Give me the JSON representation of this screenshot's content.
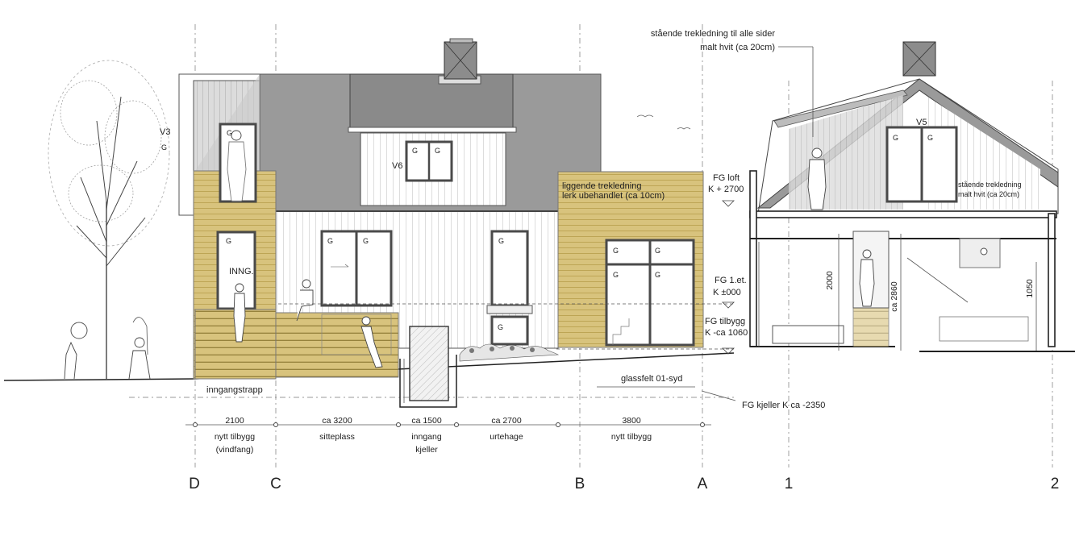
{
  "notes": {
    "cladding_standing_line1": "stående trekledning til alle sider",
    "cladding_standing_line2": "malt hvit (ca 20cm)",
    "cladding_horizontal_line1": "liggende trekledning",
    "cladding_horizontal_line2": "lerk ubehandlet (ca 10cm)",
    "cladding_standing_right_line1": "stående trekledning",
    "cladding_standing_right_line2": "malt hvit (ca 20cm)",
    "inngangstrapp": "inngangstrapp",
    "glassfelt": "glassfelt 01-syd",
    "inng": "INNG."
  },
  "levels": {
    "loft_name": "FG loft",
    "loft_value": "K + 2700",
    "first_name": "FG 1.et.",
    "first_value": "K ±000",
    "addition_name": "FG tilbygg",
    "addition_value": "K -ca 1060",
    "basement": "FG kjeller K ca -2350"
  },
  "windows": {
    "v3": "V3",
    "v5": "V5",
    "v6": "V6",
    "glass_mark": "G"
  },
  "heights": {
    "h2000": "2000",
    "h2860": "ca 2860",
    "h1050": "1050"
  },
  "dimensions": [
    {
      "value": "2100",
      "line2": "nytt tilbygg",
      "line3": "(vindfang)"
    },
    {
      "value": "ca 3200",
      "line2": "sitteplass",
      "line3": ""
    },
    {
      "value": "ca 1500",
      "line2": "inngang",
      "line3": "kjeller"
    },
    {
      "value": "ca 2700",
      "line2": "urtehage",
      "line3": ""
    },
    {
      "value": "3800",
      "line2": "nytt tilbygg",
      "line3": ""
    }
  ],
  "axes": {
    "d": "D",
    "c": "C",
    "b": "B",
    "a": "A",
    "one": "1",
    "two": "2"
  }
}
